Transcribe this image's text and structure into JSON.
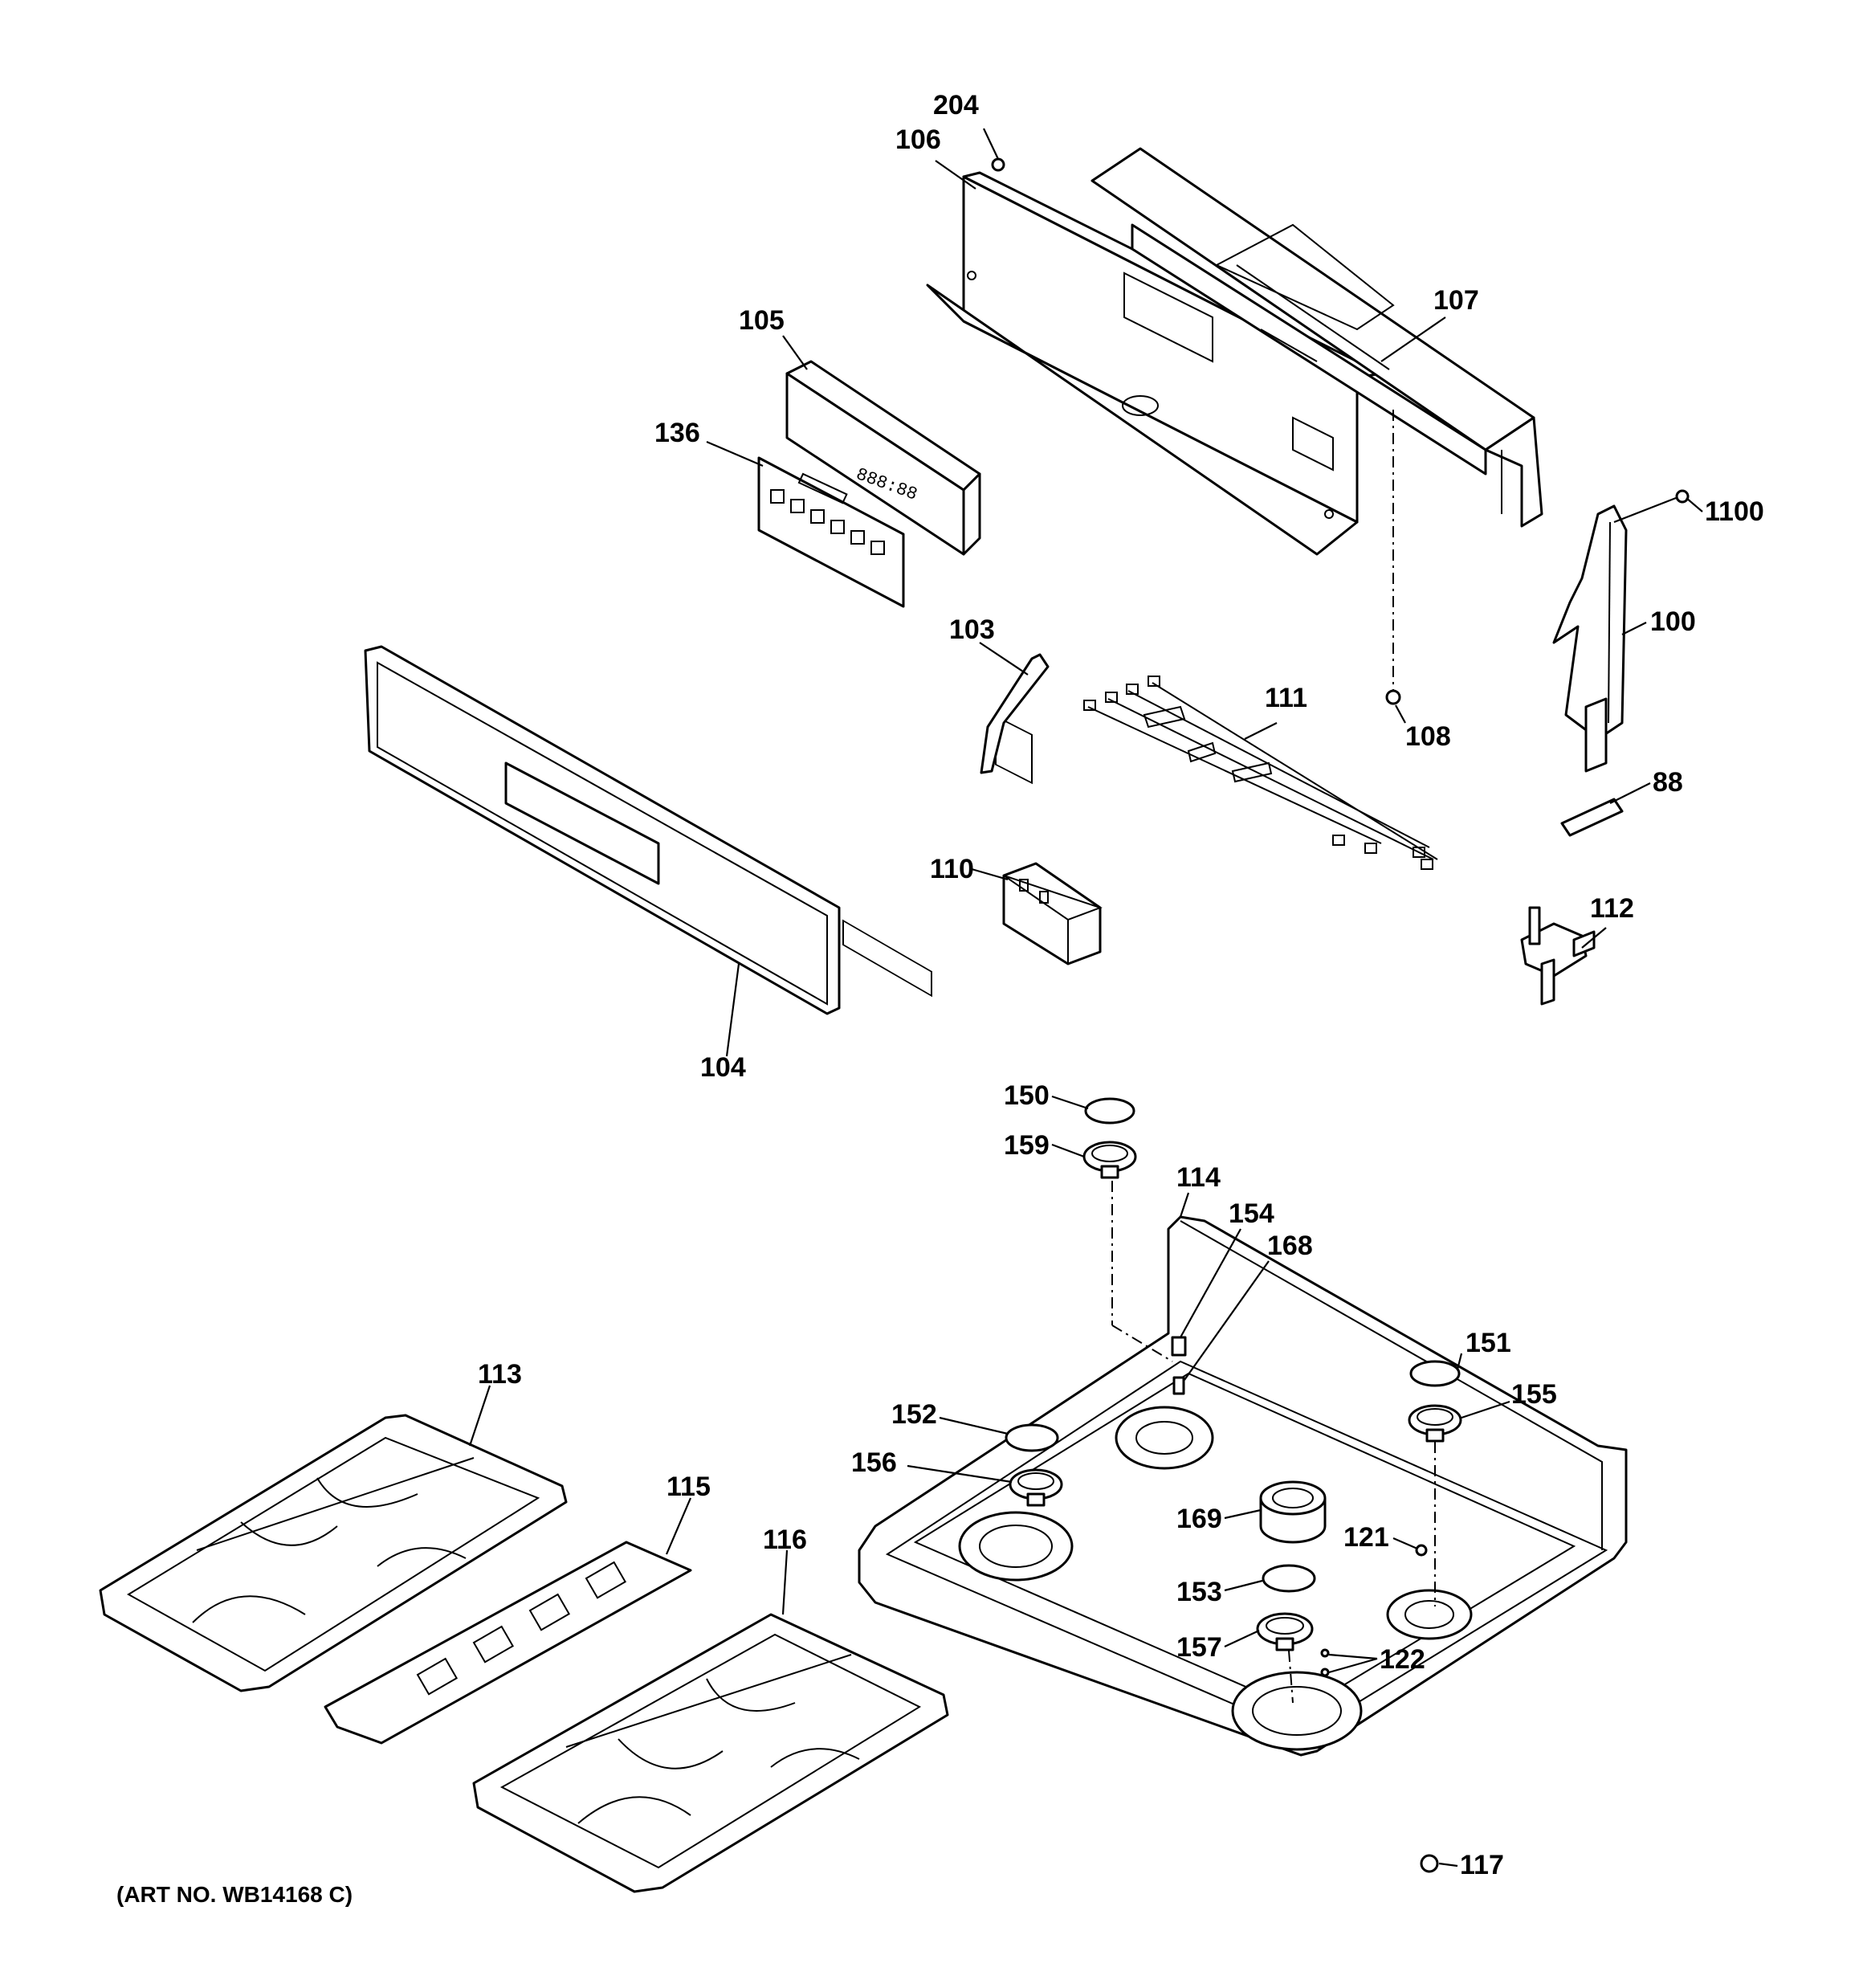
{
  "art_number": "(ART NO. WB14168 C)",
  "labels": {
    "l204": "204",
    "l106": "106",
    "l107": "107",
    "l105": "105",
    "l136": "136",
    "l1100": "1100",
    "l100": "100",
    "l103": "103",
    "l111": "111",
    "l108": "108",
    "l88": "88",
    "l110": "110",
    "l112": "112",
    "l104": "104",
    "l150": "150",
    "l159": "159",
    "l114": "114",
    "l154": "154",
    "l168": "168",
    "l151": "151",
    "l155": "155",
    "l152": "152",
    "l156": "156",
    "l113": "113",
    "l115": "115",
    "l116": "116",
    "l169": "169",
    "l121": "121",
    "l153": "153",
    "l157": "157",
    "l122": "122",
    "l117": "117"
  }
}
